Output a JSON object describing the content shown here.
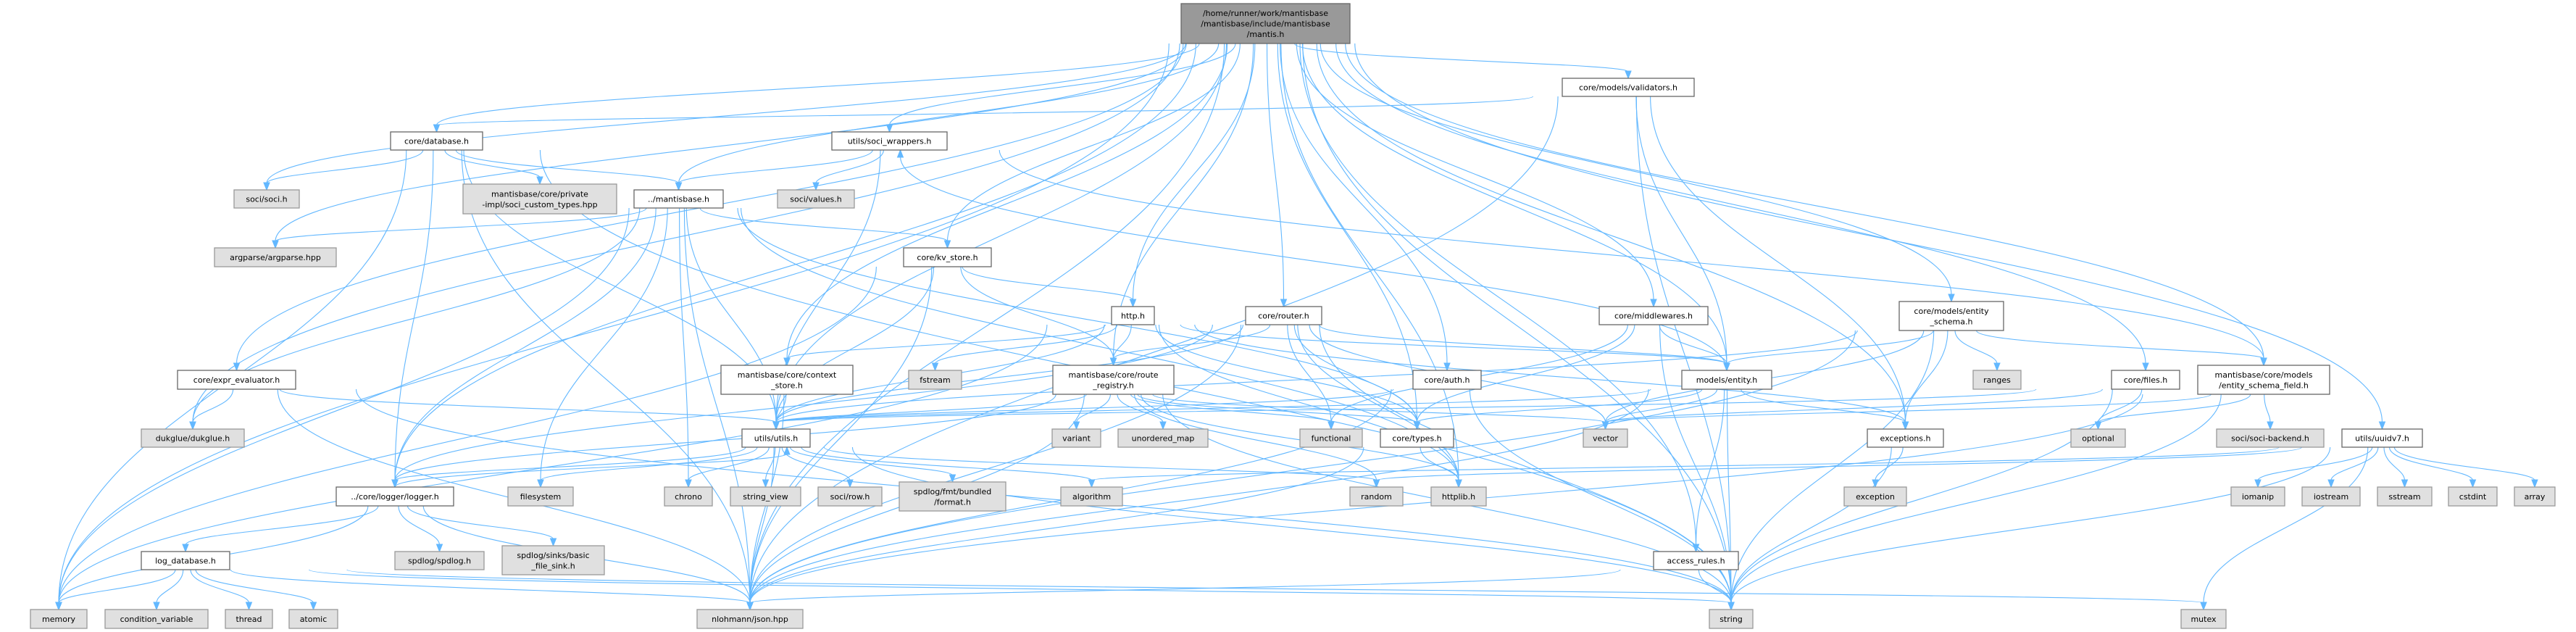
{
  "diagram": {
    "type": "include-dependency-graph",
    "colors": {
      "edge": "#63b8ff",
      "root_fill": "#999999",
      "local_fill": "#ffffff",
      "system_fill": "#e0e0e0"
    },
    "nodes": {
      "root": {
        "lines": [
          "/home/runner/work/mantisbase",
          "/mantisbase/include/mantisbase",
          "/mantis.h"
        ],
        "kind": "root"
      },
      "database": {
        "lines": [
          "core/database.h"
        ],
        "kind": "local"
      },
      "soci_h": {
        "lines": [
          "soci/soci.h"
        ],
        "kind": "system"
      },
      "soci_custom": {
        "lines": [
          "mantisbase/core/private",
          "-impl/soci_custom_types.hpp"
        ],
        "kind": "system"
      },
      "mantisbase_h": {
        "lines": [
          "../mantisbase.h"
        ],
        "kind": "local"
      },
      "soci_values": {
        "lines": [
          "soci/values.h"
        ],
        "kind": "system"
      },
      "argparse": {
        "lines": [
          "argparse/argparse.hpp"
        ],
        "kind": "system"
      },
      "soci_wrappers": {
        "lines": [
          "utils/soci_wrappers.h"
        ],
        "kind": "local"
      },
      "expr": {
        "lines": [
          "core/expr_evaluator.h"
        ],
        "kind": "local"
      },
      "dukglue": {
        "lines": [
          "dukglue/dukglue.h"
        ],
        "kind": "system"
      },
      "context_store": {
        "lines": [
          "mantisbase/core/context",
          "_store.h"
        ],
        "kind": "local"
      },
      "utils": {
        "lines": [
          "utils/utils.h"
        ],
        "kind": "local"
      },
      "logger": {
        "lines": [
          "../core/logger/logger.h"
        ],
        "kind": "local"
      },
      "filesystem": {
        "lines": [
          "filesystem"
        ],
        "kind": "system"
      },
      "chrono": {
        "lines": [
          "chrono"
        ],
        "kind": "system"
      },
      "string_view": {
        "lines": [
          "string_view"
        ],
        "kind": "system"
      },
      "soci_row": {
        "lines": [
          "soci/row.h"
        ],
        "kind": "system"
      },
      "log_database": {
        "lines": [
          "log_database.h"
        ],
        "kind": "local"
      },
      "spdlog": {
        "lines": [
          "spdlog/spdlog.h"
        ],
        "kind": "system"
      },
      "basic_file_sink": {
        "lines": [
          "spdlog/sinks/basic",
          "_file_sink.h"
        ],
        "kind": "system"
      },
      "memory": {
        "lines": [
          "memory"
        ],
        "kind": "system"
      },
      "condition_variable": {
        "lines": [
          "condition_variable"
        ],
        "kind": "system"
      },
      "thread": {
        "lines": [
          "thread"
        ],
        "kind": "system"
      },
      "atomic": {
        "lines": [
          "atomic"
        ],
        "kind": "system"
      },
      "json": {
        "lines": [
          "nlohmann/json.hpp"
        ],
        "kind": "system"
      },
      "validators": {
        "lines": [
          "core/models/validators.h"
        ],
        "kind": "local"
      },
      "kv_store": {
        "lines": [
          "core/kv_store.h"
        ],
        "kind": "local"
      },
      "http": {
        "lines": [
          "http.h"
        ],
        "kind": "local"
      },
      "router": {
        "lines": [
          "core/router.h"
        ],
        "kind": "local"
      },
      "middlewares": {
        "lines": [
          "core/middlewares.h"
        ],
        "kind": "local"
      },
      "fstream": {
        "lines": [
          "fstream"
        ],
        "kind": "system"
      },
      "route_registry": {
        "lines": [
          "mantisbase/core/route",
          "_registry.h"
        ],
        "kind": "local"
      },
      "auth": {
        "lines": [
          "core/auth.h"
        ],
        "kind": "local"
      },
      "entity": {
        "lines": [
          "models/entity.h"
        ],
        "kind": "local"
      },
      "variant": {
        "lines": [
          "variant"
        ],
        "kind": "system"
      },
      "unordered_map": {
        "lines": [
          "unordered_map"
        ],
        "kind": "system"
      },
      "functional": {
        "lines": [
          "functional"
        ],
        "kind": "system"
      },
      "types": {
        "lines": [
          "core/types.h"
        ],
        "kind": "local"
      },
      "vector": {
        "lines": [
          "vector"
        ],
        "kind": "system"
      },
      "format": {
        "lines": [
          "spdlog/fmt/bundled",
          "/format.h"
        ],
        "kind": "system"
      },
      "algorithm": {
        "lines": [
          "algorithm"
        ],
        "kind": "system"
      },
      "random": {
        "lines": [
          "random"
        ],
        "kind": "system"
      },
      "httplib": {
        "lines": [
          "httplib.h"
        ],
        "kind": "system"
      },
      "access_rules": {
        "lines": [
          "access_rules.h"
        ],
        "kind": "local"
      },
      "string": {
        "lines": [
          "string"
        ],
        "kind": "system"
      },
      "entity_schema": {
        "lines": [
          "core/models/entity",
          "_schema.h"
        ],
        "kind": "local"
      },
      "ranges": {
        "lines": [
          "ranges"
        ],
        "kind": "system"
      },
      "files": {
        "lines": [
          "core/files.h"
        ],
        "kind": "local"
      },
      "esf": {
        "lines": [
          "mantisbase/core/models",
          "/entity_schema_field.h"
        ],
        "kind": "local"
      },
      "exceptions": {
        "lines": [
          "exceptions.h"
        ],
        "kind": "local"
      },
      "optional": {
        "lines": [
          "optional"
        ],
        "kind": "system"
      },
      "soci_backend": {
        "lines": [
          "soci/soci-backend.h"
        ],
        "kind": "system"
      },
      "uuidv7": {
        "lines": [
          "utils/uuidv7.h"
        ],
        "kind": "local"
      },
      "exception": {
        "lines": [
          "exception"
        ],
        "kind": "system"
      },
      "iomanip": {
        "lines": [
          "iomanip"
        ],
        "kind": "system"
      },
      "iostream": {
        "lines": [
          "iostream"
        ],
        "kind": "system"
      },
      "sstream": {
        "lines": [
          "sstream"
        ],
        "kind": "system"
      },
      "cstdint": {
        "lines": [
          "cstdint"
        ],
        "kind": "system"
      },
      "array": {
        "lines": [
          "array"
        ],
        "kind": "system"
      },
      "mutex": {
        "lines": [
          "mutex"
        ],
        "kind": "system"
      }
    },
    "edges": [
      [
        "root",
        "database"
      ],
      [
        "root",
        "soci_h"
      ],
      [
        "root",
        "mantisbase_h"
      ],
      [
        "root",
        "argparse"
      ],
      [
        "root",
        "soci_wrappers"
      ],
      [
        "root",
        "expr"
      ],
      [
        "root",
        "logger"
      ],
      [
        "root",
        "memory"
      ],
      [
        "root",
        "json"
      ],
      [
        "root",
        "utils"
      ],
      [
        "root",
        "kv_store"
      ],
      [
        "root",
        "http"
      ],
      [
        "root",
        "context_store"
      ],
      [
        "root",
        "route_registry"
      ],
      [
        "root",
        "router"
      ],
      [
        "root",
        "types"
      ],
      [
        "root",
        "auth"
      ],
      [
        "root",
        "validators"
      ],
      [
        "root",
        "middlewares"
      ],
      [
        "root",
        "entity"
      ],
      [
        "root",
        "access_rules"
      ],
      [
        "root",
        "exceptions"
      ],
      [
        "root",
        "httplib"
      ],
      [
        "root",
        "entity_schema"
      ],
      [
        "root",
        "files"
      ],
      [
        "root",
        "esf"
      ],
      [
        "root",
        "uuidv7"
      ],
      [
        "root",
        "string"
      ],
      [
        "root",
        "dukglue"
      ],
      [
        "database",
        "soci_h"
      ],
      [
        "database",
        "soci_custom"
      ],
      [
        "database",
        "mantisbase_h"
      ],
      [
        "database",
        "logger"
      ],
      [
        "database",
        "utils"
      ],
      [
        "database",
        "memory"
      ],
      [
        "database",
        "json"
      ],
      [
        "database",
        "string"
      ],
      [
        "mantisbase_h",
        "argparse"
      ],
      [
        "mantisbase_h",
        "kv_store"
      ],
      [
        "mantisbase_h",
        "utils"
      ],
      [
        "mantisbase_h",
        "logger"
      ],
      [
        "mantisbase_h",
        "memory"
      ],
      [
        "mantisbase_h",
        "chrono"
      ],
      [
        "mantisbase_h",
        "filesystem"
      ],
      [
        "mantisbase_h",
        "httplib"
      ],
      [
        "mantisbase_h",
        "types"
      ],
      [
        "mantisbase_h",
        "dukglue"
      ],
      [
        "mantisbase_h",
        "json"
      ],
      [
        "soci_wrappers",
        "mantisbase_h"
      ],
      [
        "soci_wrappers",
        "soci_values"
      ],
      [
        "soci_wrappers",
        "utils"
      ],
      [
        "soci_wrappers",
        "esf"
      ],
      [
        "kv_store",
        "http"
      ],
      [
        "kv_store",
        "route_registry"
      ],
      [
        "kv_store",
        "utils"
      ],
      [
        "kv_store",
        "json"
      ],
      [
        "kv_store",
        "memory"
      ],
      [
        "http",
        "fstream"
      ],
      [
        "http",
        "route_registry"
      ],
      [
        "http",
        "context_store"
      ],
      [
        "http",
        "types"
      ],
      [
        "http",
        "entity"
      ],
      [
        "http",
        "httplib"
      ],
      [
        "http",
        "utils"
      ],
      [
        "http",
        "exceptions"
      ],
      [
        "http",
        "memory"
      ],
      [
        "router",
        "route_registry"
      ],
      [
        "router",
        "utils"
      ],
      [
        "router",
        "logger"
      ],
      [
        "router",
        "types"
      ],
      [
        "router",
        "functional"
      ],
      [
        "router",
        "vector"
      ],
      [
        "router",
        "httplib"
      ],
      [
        "router",
        "entity"
      ],
      [
        "router",
        "string"
      ],
      [
        "router",
        "json"
      ],
      [
        "middlewares",
        "entity"
      ],
      [
        "middlewares",
        "types"
      ],
      [
        "middlewares",
        "functional"
      ],
      [
        "middlewares",
        "string"
      ],
      [
        "validators",
        "database"
      ],
      [
        "validators",
        "entity"
      ],
      [
        "validators",
        "json"
      ],
      [
        "validators",
        "string"
      ],
      [
        "validators",
        "exceptions"
      ],
      [
        "context_store",
        "utils"
      ],
      [
        "context_store",
        "json"
      ],
      [
        "route_registry",
        "variant"
      ],
      [
        "route_registry",
        "unordered_map"
      ],
      [
        "route_registry",
        "functional"
      ],
      [
        "route_registry",
        "types"
      ],
      [
        "route_registry",
        "logger"
      ],
      [
        "route_registry",
        "utils"
      ],
      [
        "route_registry",
        "httplib"
      ],
      [
        "route_registry",
        "string"
      ],
      [
        "route_registry",
        "json"
      ],
      [
        "route_registry",
        "vector"
      ],
      [
        "route_registry",
        "random"
      ],
      [
        "auth",
        "utils"
      ],
      [
        "auth",
        "string"
      ],
      [
        "auth",
        "json"
      ],
      [
        "entity",
        "types"
      ],
      [
        "entity",
        "exceptions"
      ],
      [
        "entity",
        "access_rules"
      ],
      [
        "entity",
        "string"
      ],
      [
        "entity",
        "utils"
      ],
      [
        "entity",
        "soci_wrappers"
      ],
      [
        "entity",
        "json"
      ],
      [
        "entity",
        "vector"
      ],
      [
        "entity_schema",
        "entity"
      ],
      [
        "entity_schema",
        "ranges"
      ],
      [
        "entity_schema",
        "esf"
      ],
      [
        "entity_schema",
        "exceptions"
      ],
      [
        "entity_schema",
        "vector"
      ],
      [
        "entity_schema",
        "string"
      ],
      [
        "entity_schema",
        "json"
      ],
      [
        "entity_schema",
        "utils"
      ],
      [
        "files",
        "optional"
      ],
      [
        "files",
        "utils"
      ],
      [
        "files",
        "string"
      ],
      [
        "files",
        "vector"
      ],
      [
        "esf",
        "optional"
      ],
      [
        "esf",
        "soci_backend"
      ],
      [
        "esf",
        "string"
      ],
      [
        "esf",
        "json"
      ],
      [
        "esf",
        "vector"
      ],
      [
        "uuidv7",
        "iomanip"
      ],
      [
        "uuidv7",
        "iostream"
      ],
      [
        "uuidv7",
        "sstream"
      ],
      [
        "uuidv7",
        "cstdint"
      ],
      [
        "uuidv7",
        "array"
      ],
      [
        "uuidv7",
        "mutex"
      ],
      [
        "uuidv7",
        "random"
      ],
      [
        "uuidv7",
        "string"
      ],
      [
        "uuidv7",
        "algorithm"
      ],
      [
        "utils",
        "logger"
      ],
      [
        "utils",
        "filesystem"
      ],
      [
        "utils",
        "chrono"
      ],
      [
        "utils",
        "string_view"
      ],
      [
        "utils",
        "soci_row"
      ],
      [
        "utils",
        "format"
      ],
      [
        "utils",
        "algorithm"
      ],
      [
        "utils",
        "random"
      ],
      [
        "utils",
        "string"
      ],
      [
        "utils",
        "json"
      ],
      [
        "logger",
        "log_database"
      ],
      [
        "logger",
        "spdlog"
      ],
      [
        "logger",
        "basic_file_sink"
      ],
      [
        "logger",
        "memory"
      ],
      [
        "logger",
        "json"
      ],
      [
        "logger",
        "utils"
      ],
      [
        "log_database",
        "memory"
      ],
      [
        "log_database",
        "condition_variable"
      ],
      [
        "log_database",
        "thread"
      ],
      [
        "log_database",
        "atomic"
      ],
      [
        "log_database",
        "json"
      ],
      [
        "log_database",
        "string"
      ],
      [
        "log_database",
        "mutex"
      ],
      [
        "expr",
        "dukglue"
      ],
      [
        "expr",
        "utils"
      ],
      [
        "expr",
        "json"
      ],
      [
        "expr",
        "string"
      ],
      [
        "types",
        "httplib"
      ],
      [
        "types",
        "json"
      ],
      [
        "exceptions",
        "exception"
      ],
      [
        "exceptions",
        "string"
      ],
      [
        "access_rules",
        "string"
      ],
      [
        "access_rules",
        "json"
      ]
    ]
  }
}
